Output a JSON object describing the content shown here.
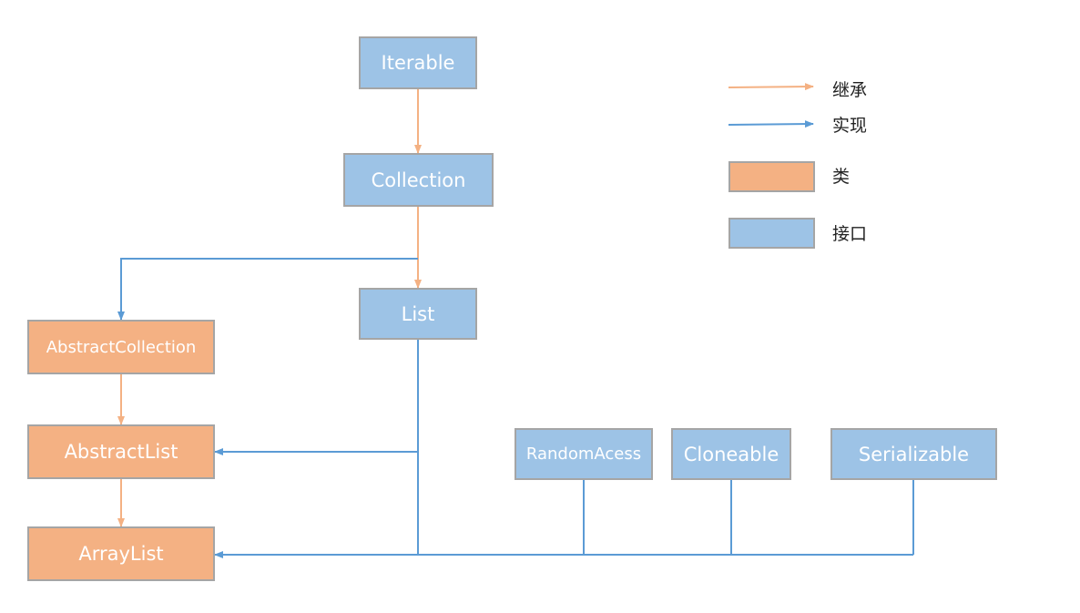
{
  "nodes": {
    "iterable": "Iterable",
    "collection": "Collection",
    "list": "List",
    "abstract_collection": "AbstractCollection",
    "abstract_list": "AbstractList",
    "array_list": "ArrayList",
    "random_access": "RandomAcess",
    "cloneable": "Cloneable",
    "serializable": "Serializable"
  },
  "legend": {
    "inherit": "继承",
    "implement": "实现",
    "class": "类",
    "interface": "接口"
  },
  "colors": {
    "interface_fill": "#9dc3e6",
    "class_fill": "#f4b183",
    "inherit_arrow": "#f4b183",
    "implement_arrow": "#5b9bd5",
    "box_border": "#a5a5a5"
  }
}
